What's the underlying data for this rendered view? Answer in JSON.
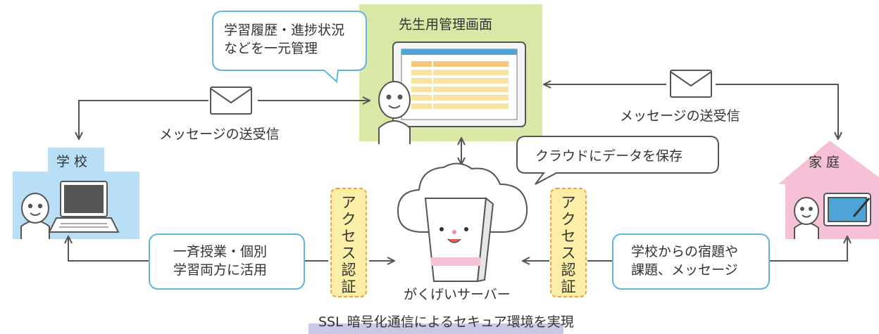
{
  "teacher_screen": {
    "title": "先生用管理画面",
    "bubble_line1": "学習履歴・進捗状況",
    "bubble_line2": "などを一元管理"
  },
  "school": {
    "label": "学 校"
  },
  "home": {
    "label": "家 庭"
  },
  "left_message": {
    "label": "メッセージの送受信"
  },
  "right_message": {
    "label": "メッセージの送受信"
  },
  "cloud": {
    "bubble": "クラウドにデータを保存",
    "server_label": "がくげいサーバー"
  },
  "left_box": {
    "line1": "一斉授業・個別",
    "line2": "学習両方に活用"
  },
  "right_box": {
    "line1": "学校からの宿題や",
    "line2": "課題、メッセージ"
  },
  "access_left": {
    "chars": [
      "ア",
      "ク",
      "セ",
      "ス",
      "認",
      "証"
    ]
  },
  "access_right": {
    "chars": [
      "ア",
      "ク",
      "セ",
      "ス",
      "認",
      "証"
    ]
  },
  "footer": {
    "text": "SSL 暗号化通信によるセキュア環境を実現"
  },
  "colors": {
    "teacher_bg": "#d9e8a6",
    "school_bg": "#b8dff5",
    "home_bg": "#f6c1d6",
    "bubble_border": "#5fb4e0",
    "access_bg": "#fbeea6",
    "access_border": "#f0a23c",
    "footer_band": "#c9c9e6",
    "line": "#555555"
  }
}
